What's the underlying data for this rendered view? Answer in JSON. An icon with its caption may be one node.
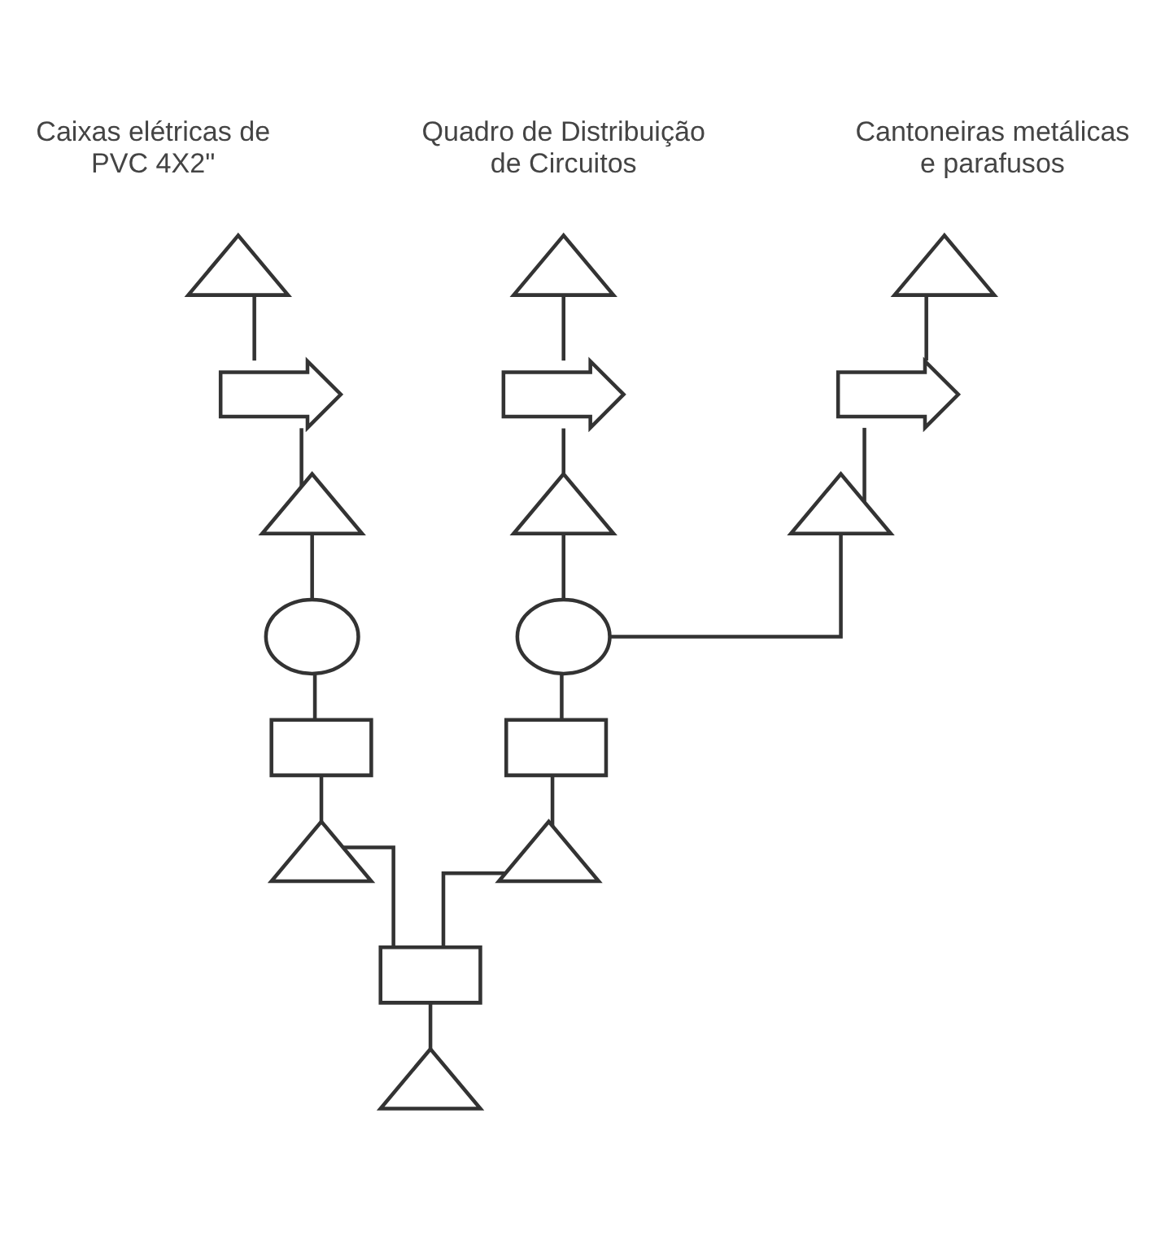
{
  "diagram": {
    "nodes": [
      {
        "text": [],
        "shape": "triangle",
        "beside": [
          "Caixas elétricas de PVC 4X2\""
        ]
      },
      {
        "text": [],
        "shape": "triangle",
        "beside": [
          "Quadro de Distribuição de Circuitos"
        ]
      },
      {
        "text": [],
        "shape": "triangle",
        "beside": [
          "Cantoneiras metálicas e parafusos"
        ]
      },
      {
        "text": [],
        "shape": "arrow"
      },
      {
        "text": [],
        "shape": "arrow"
      },
      {
        "text": [],
        "shape": "arrow"
      },
      {
        "text": [],
        "shape": "triangle"
      },
      {
        "text": [],
        "shape": "triangle"
      },
      {
        "text": [],
        "shape": "triangle"
      },
      {
        "text": [],
        "shape": "circle"
      },
      {
        "text": [],
        "shape": "circle"
      },
      {
        "text": [],
        "shape": "box"
      },
      {
        "text": [],
        "shape": "box"
      },
      {
        "text": [],
        "shape": "triangle"
      },
      {
        "text": [],
        "shape": "triangle"
      },
      {
        "text": [],
        "shape": "box"
      },
      {
        "text": [],
        "shape": "triangle"
      }
    ],
    "edges": [
      {
        "from": 16,
        "to": 15,
        "arrow": "none"
      },
      {
        "from": 15,
        "to": 13,
        "arrow": "none"
      },
      {
        "from": 15,
        "to": 14,
        "arrow": "none"
      },
      {
        "from": 13,
        "to": 11,
        "arrow": "none"
      },
      {
        "from": 11,
        "to": 9,
        "arrow": "none"
      },
      {
        "from": 9,
        "to": 6,
        "arrow": "none"
      },
      {
        "from": 6,
        "to": 3,
        "arrow": "none"
      },
      {
        "from": 3,
        "to": 0,
        "arrow": "none"
      },
      {
        "from": 14,
        "to": 12,
        "arrow": "none"
      },
      {
        "from": 12,
        "to": 10,
        "arrow": "none"
      },
      {
        "from": 10,
        "to": 7,
        "arrow": "none"
      },
      {
        "from": 10,
        "to": 8,
        "arrow": "none"
      },
      {
        "from": 7,
        "to": 4,
        "arrow": "none"
      },
      {
        "from": 4,
        "to": 1,
        "arrow": "none"
      },
      {
        "from": 8,
        "to": 5,
        "arrow": "none"
      },
      {
        "from": 5,
        "to": 2,
        "arrow": "none"
      }
    ]
  }
}
